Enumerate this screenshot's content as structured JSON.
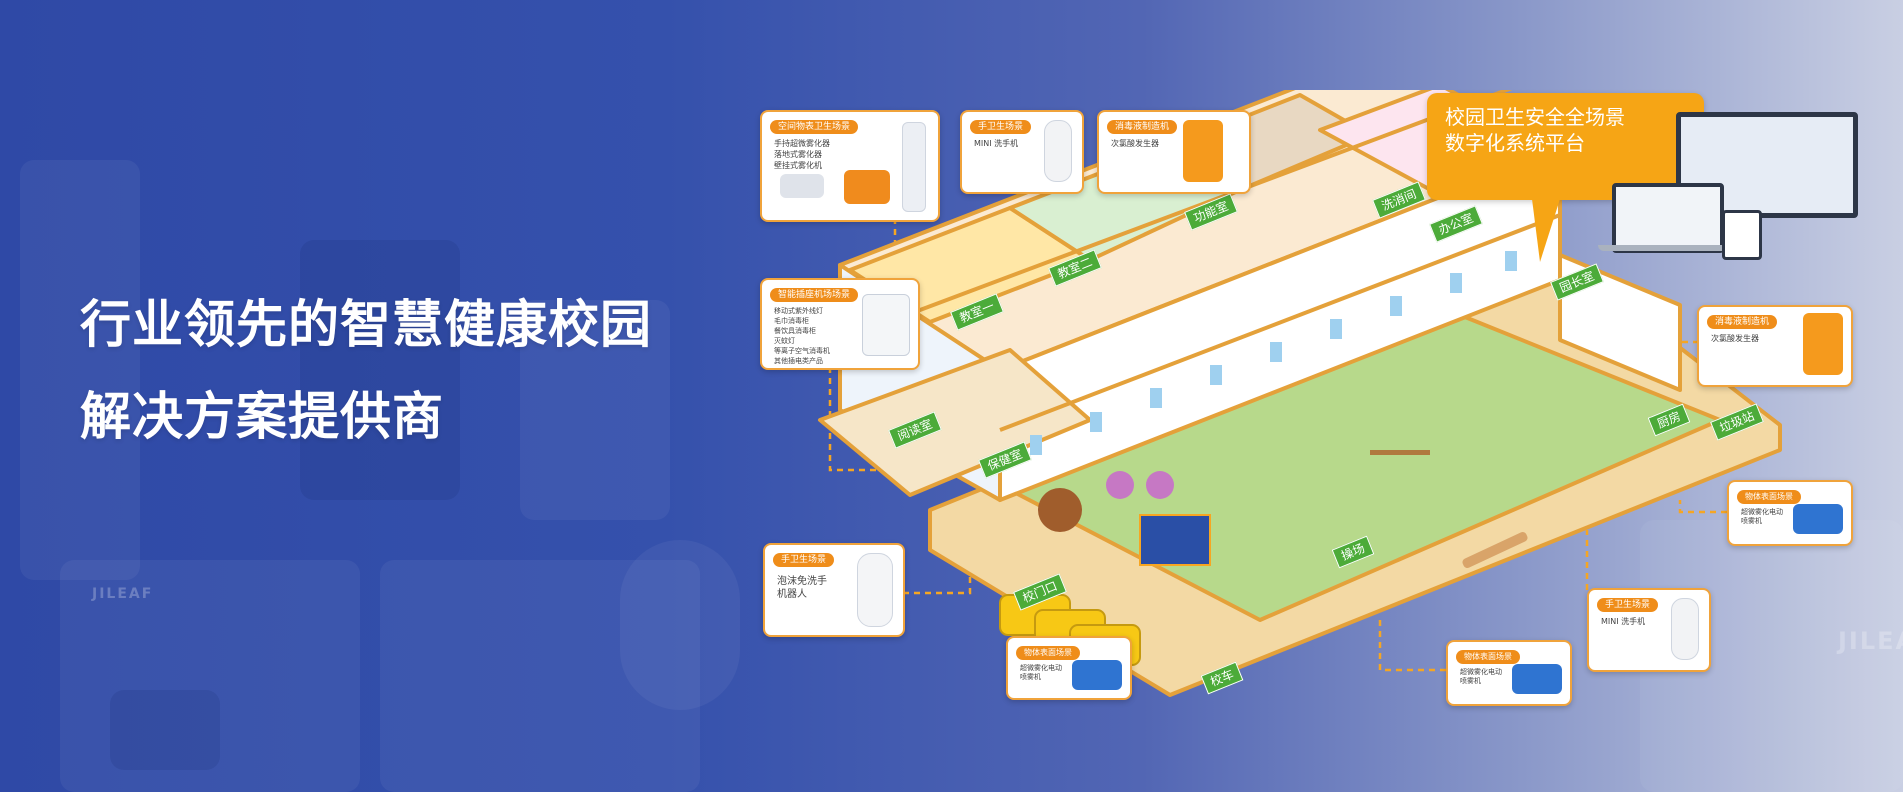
{
  "hero": {
    "line1": "行业领先的智慧健康校园",
    "line2": "解决方案提供商"
  },
  "ghost_brands": [
    "JILEAF",
    "JILEA"
  ],
  "platform": {
    "title_line1": "校园卫生安全全场景",
    "title_line2": "数字化系统平台"
  },
  "callouts": [
    {
      "title": "空间物表卫生场景",
      "items": [
        "手持超微雾化器",
        "落地式雾化器",
        "壁挂式雾化机"
      ]
    },
    {
      "title": "手卫生场景",
      "items": [
        "MINI 洗手机"
      ]
    },
    {
      "title": "消毒液制造机",
      "items": [
        "次氯酸发生器"
      ]
    },
    {
      "title": "智能插座机场场景",
      "items": [
        "移动式紫外线灯",
        "毛巾消毒柜",
        "餐饮具消毒柜",
        "灭蚊灯",
        "等离子空气消毒机",
        "其他插电类产品"
      ]
    },
    {
      "title": "消毒液制造机",
      "items": [
        "次氯酸发生器"
      ]
    },
    {
      "title": "物体表面场景",
      "items": [
        "超微雾化电动",
        "喷雾机"
      ]
    },
    {
      "title": "手卫生场景",
      "items": [
        "泡沫免洗手",
        "机器人"
      ]
    },
    {
      "title": "手卫生场景",
      "items": [
        "MINI 洗手机"
      ]
    },
    {
      "title": "物体表面场景",
      "items": [
        "超微雾化电动",
        "喷雾机"
      ]
    },
    {
      "title": "物体表面场景",
      "items": [
        "超微雾化电动",
        "喷雾机"
      ]
    }
  ],
  "room_labels": [
    "洗消间",
    "办公室",
    "功能室",
    "教室二",
    "教室一",
    "园长室",
    "厨房",
    "垃圾站",
    "阅读室",
    "保健室",
    "操场",
    "校门口",
    "校车"
  ],
  "colors": {
    "brand_blue": "#2f49a6",
    "accent_orange": "#f6a515",
    "callout_orange": "#ef8d1a",
    "room_green": "#4cab39"
  }
}
